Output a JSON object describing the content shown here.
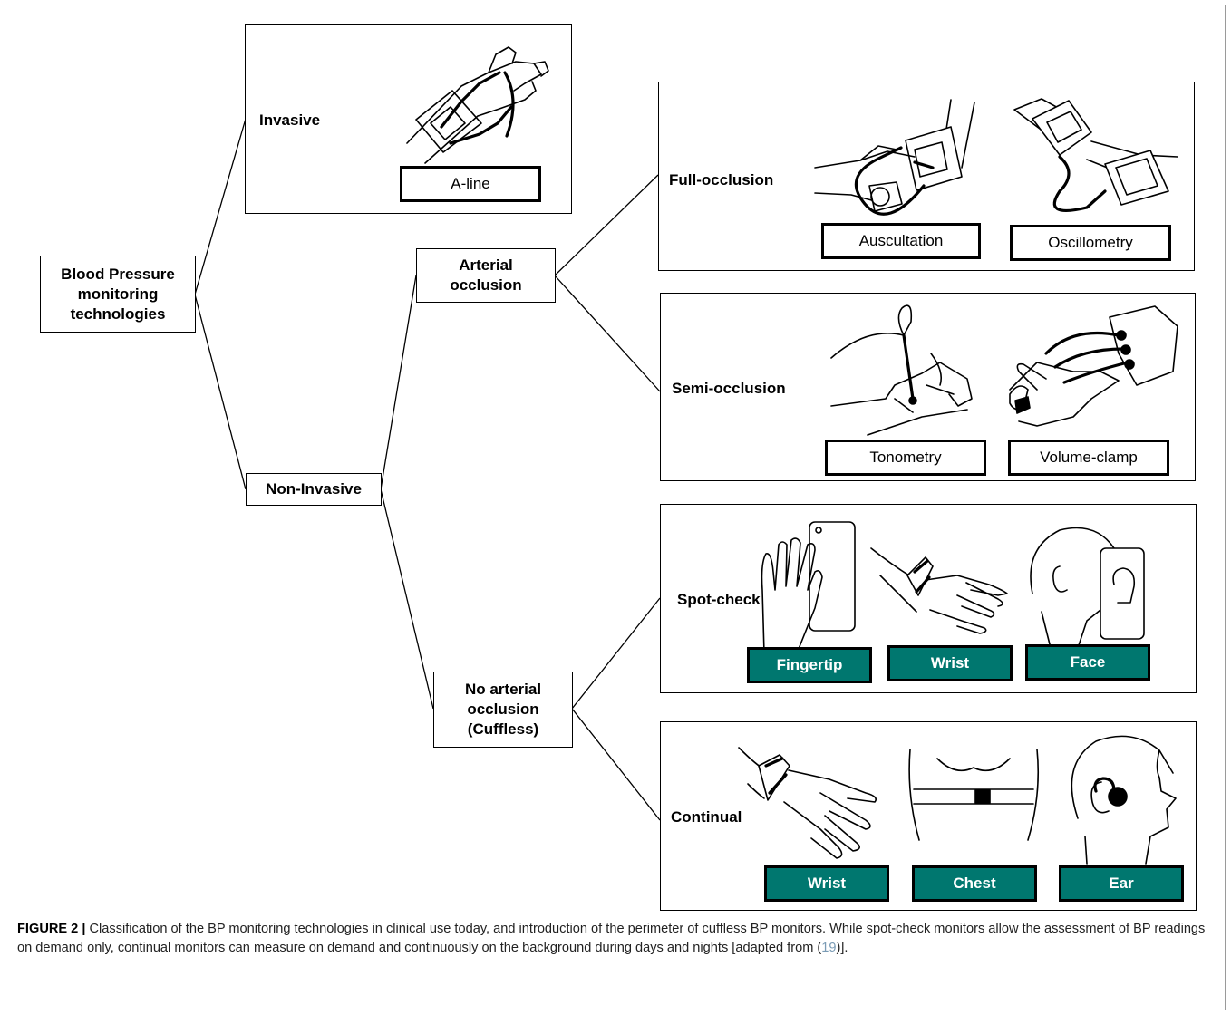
{
  "root": {
    "label": "Blood Pressure\nmonitoring\ntechnologies"
  },
  "invasive": {
    "title": "Invasive",
    "method": "A-line"
  },
  "non_invasive": {
    "label": "Non-Invasive"
  },
  "arterial_occlusion": {
    "label": "Arterial\nocclusion"
  },
  "no_arterial_occlusion": {
    "label": "No arterial\nocclusion\n(Cuffless)"
  },
  "full_occlusion": {
    "title": "Full-occlusion",
    "methods": [
      "Auscultation",
      "Oscillometry"
    ]
  },
  "semi_occlusion": {
    "title": "Semi-occlusion",
    "methods": [
      "Tonometry",
      "Volume-clamp"
    ]
  },
  "spot_check": {
    "title": "Spot-check",
    "methods": [
      "Fingertip",
      "Wrist",
      "Face"
    ]
  },
  "continual": {
    "title": "Continual",
    "methods": [
      "Wrist",
      "Chest",
      "Ear"
    ]
  },
  "caption": {
    "label": "FIGURE 2 |",
    "text": "Classification of the BP monitoring technologies in clinical use today, and introduction of the perimeter of cuffless BP monitors. While spot-check monitors allow the assessment of BP readings on demand only, continual monitors can measure on demand and continuously on the background during days and nights [adapted from (",
    "ref": "19",
    "end": ")]."
  },
  "colors": {
    "cuffless_label_fill": "#00776f",
    "frame_border": "#9a9a9a",
    "reference_link": "#7a9bb5"
  },
  "icons": [
    "arterial-line-arm-icon",
    "stethoscope-cuff-icon",
    "cuff-monitor-icon",
    "tonometry-pen-icon",
    "finger-cuff-icon",
    "smartphone-fingertip-icon",
    "wristband-icon",
    "face-phone-icon",
    "wristband-icon",
    "chest-strap-icon",
    "earbud-icon"
  ]
}
